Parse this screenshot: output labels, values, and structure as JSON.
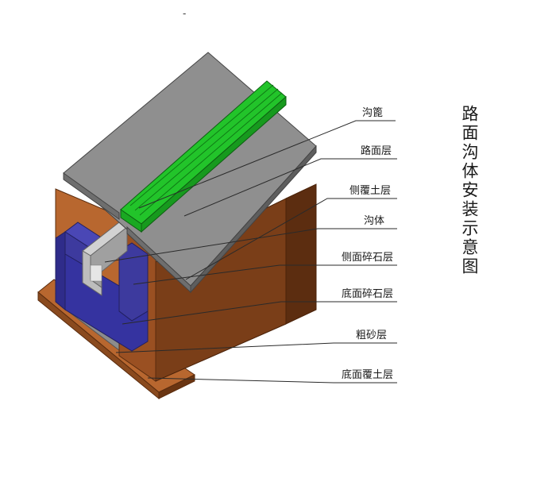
{
  "title": "路面沟体安装示意图",
  "mark": "-",
  "labels": {
    "grate": "沟篦",
    "pavement": "路面层",
    "side_cover_soil": "侧覆土层",
    "trench_body": "沟体",
    "side_gravel": "侧面碎石层",
    "bottom_gravel": "底面碎石层",
    "coarse_sand": "粗砂层",
    "bottom_cover_soil": "底面覆土层"
  },
  "colors": {
    "soil_light": "#b8672f",
    "soil_dark": "#7a3e18",
    "pavement_top": "#8f8f8f",
    "pavement_side": "#6e6e6e",
    "grate": "#22c42a",
    "trench_body": "#c8c8c8",
    "gravel": "#3d3a9e",
    "sand": "#a6a6a6",
    "leader": "#2a2a2a"
  }
}
